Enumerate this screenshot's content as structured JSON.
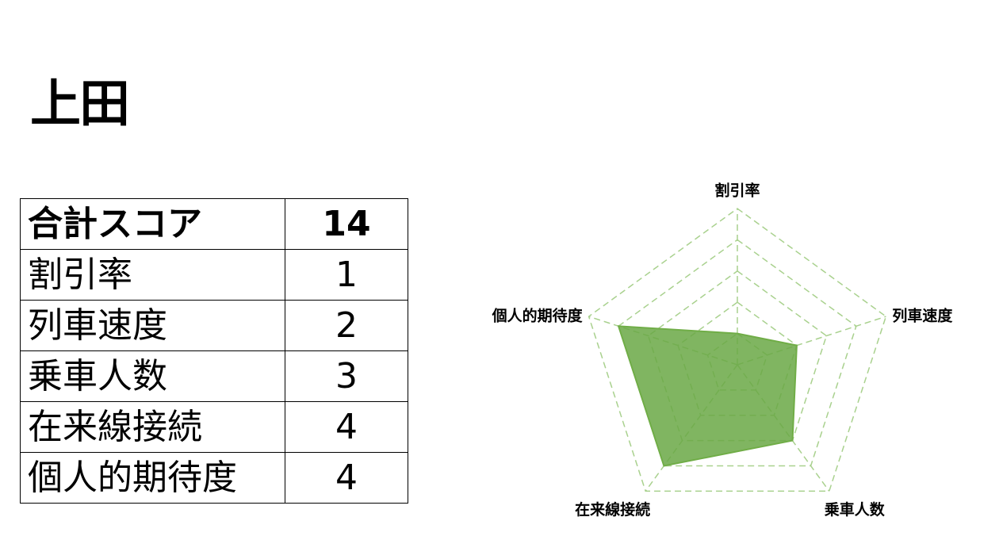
{
  "page": {
    "title": "上田"
  },
  "table": {
    "total_label": "合計スコア",
    "total_value": "14",
    "rows": [
      {
        "label": "割引率",
        "value": "1"
      },
      {
        "label": "列車速度",
        "value": "2"
      },
      {
        "label": "乗車人数",
        "value": "3"
      },
      {
        "label": "在来線接続",
        "value": "4"
      },
      {
        "label": "個人的期待度",
        "value": "4"
      }
    ]
  },
  "chart_data": {
    "type": "radar",
    "axes": [
      "割引率",
      "列車速度",
      "乗車人数",
      "在来線接続",
      "個人的期待度"
    ],
    "values": [
      1,
      2,
      3,
      4,
      4
    ],
    "range": [
      0,
      5
    ],
    "rings": 5,
    "grid": true,
    "grid_style": "dashed",
    "fill_color": "#6aa845",
    "line_color": "#70ad47",
    "grid_color": "#a9d18e"
  }
}
